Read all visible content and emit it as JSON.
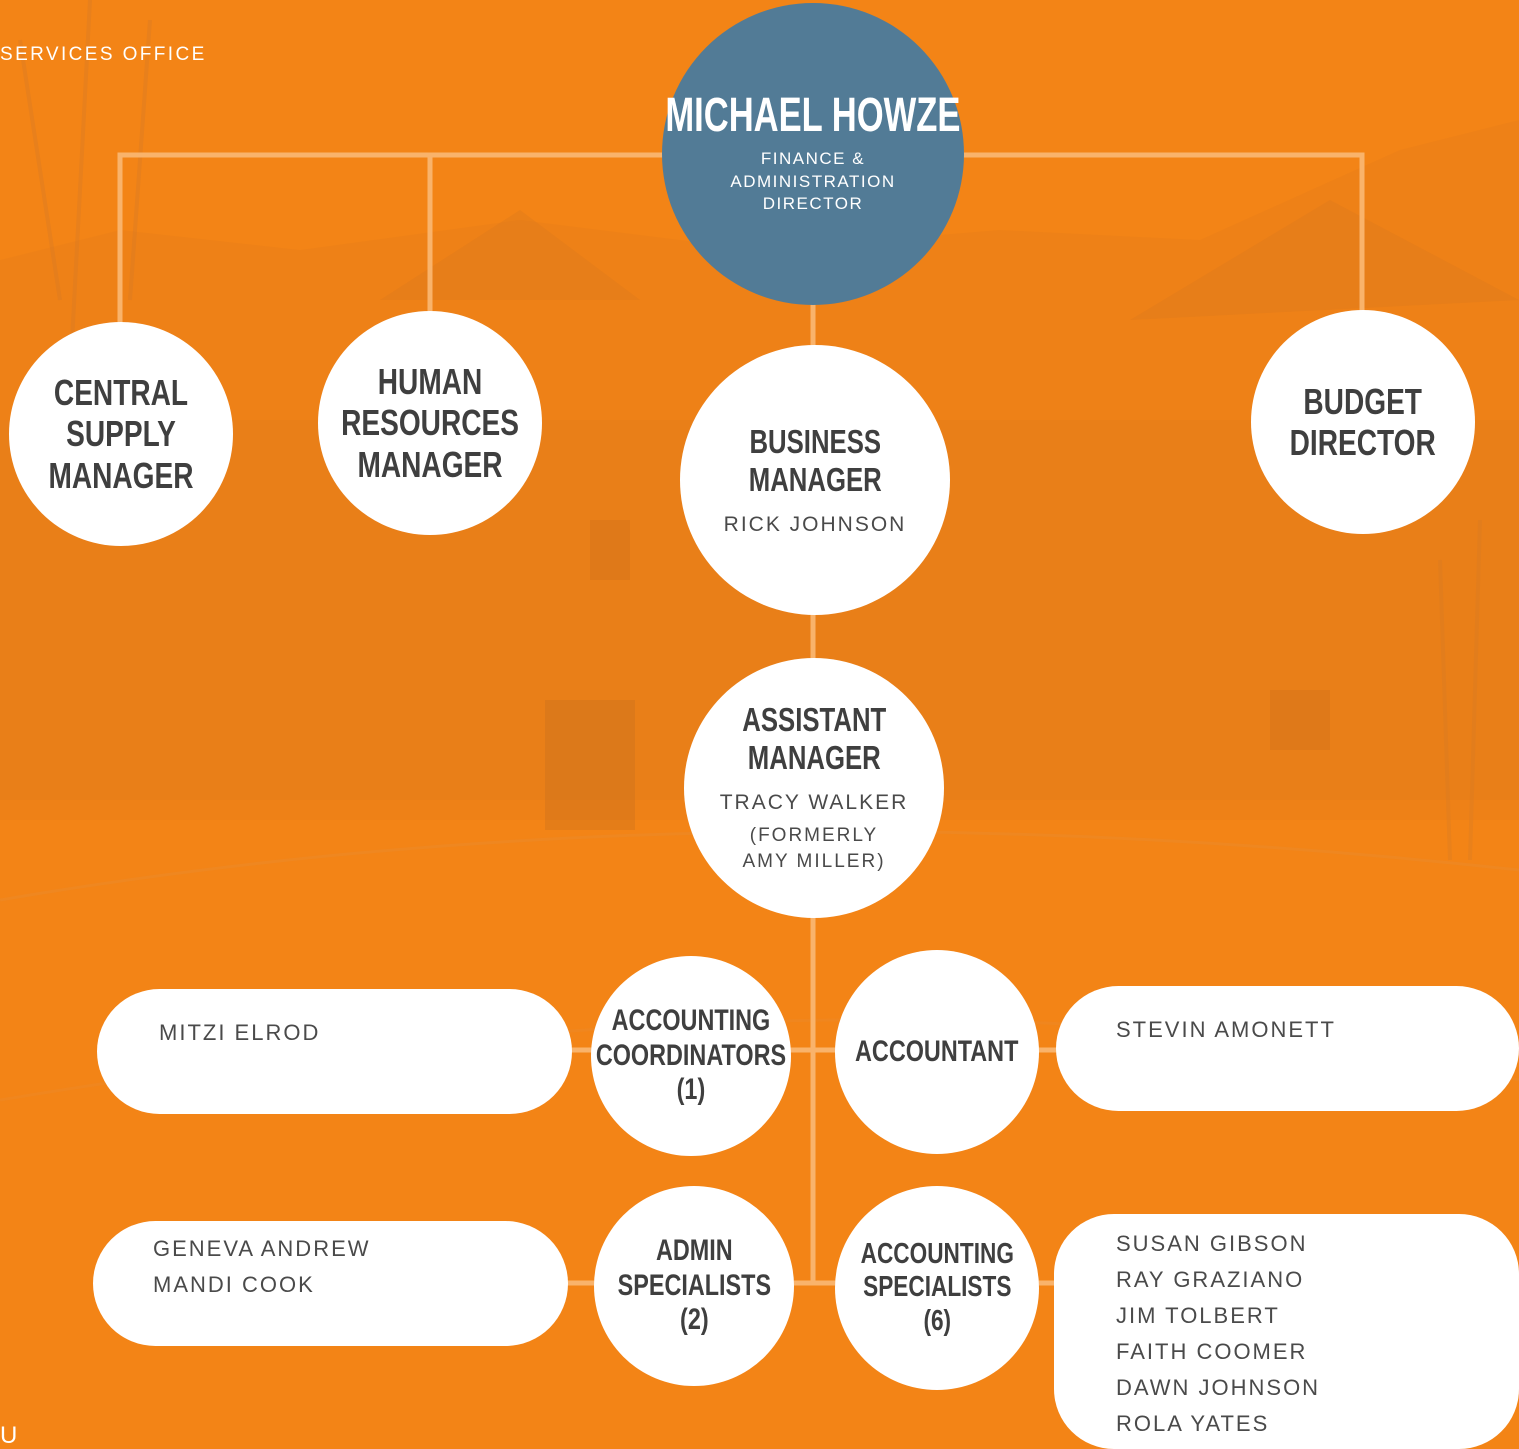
{
  "header_text": "SERVICES OFFICE",
  "footer_mark": "U",
  "colors": {
    "background": "#f38416",
    "top_circle": "#527b96",
    "node": "#ffffff",
    "connector": "#f9b36b"
  },
  "director": {
    "name": "MICHAEL HOWZE",
    "title_lines": [
      "FINANCE &",
      "ADMINISTRATION",
      "DIRECTOR"
    ]
  },
  "managers": {
    "central_supply": [
      "CENTRAL",
      "SUPPLY",
      "MANAGER"
    ],
    "human_resources": [
      "HUMAN",
      "RESOURCES",
      "MANAGER"
    ],
    "business": {
      "title": [
        "BUSINESS",
        "MANAGER"
      ],
      "person": "RICK JOHNSON"
    },
    "budget": [
      "BUDGET",
      "DIRECTOR"
    ]
  },
  "assistant_manager": {
    "title": [
      "ASSISTANT",
      "MANAGER"
    ],
    "person": "TRACY WALKER",
    "former": [
      "(FORMERLY",
      "AMY MILLER)"
    ]
  },
  "teams": {
    "accounting_coordinators": {
      "title": [
        "ACCOUNTING",
        "COORDINATORS",
        "(1)"
      ],
      "members": [
        "MITZI ELROD"
      ]
    },
    "accountant": {
      "title": [
        "ACCOUNTANT"
      ],
      "members": [
        "STEVIN AMONETT"
      ]
    },
    "admin_specialists": {
      "title": [
        "ADMIN",
        "SPECIALISTS",
        "(2)"
      ],
      "members": [
        "GENEVA ANDREW",
        "MANDI COOK"
      ]
    },
    "accounting_specialists": {
      "title": [
        "ACCOUNTING",
        "SPECIALISTS",
        "(6)"
      ],
      "members": [
        "SUSAN GIBSON",
        "RAY GRAZIANO",
        "JIM TOLBERT",
        "FAITH COOMER",
        "DAWN JOHNSON",
        "ROLA YATES"
      ]
    }
  }
}
